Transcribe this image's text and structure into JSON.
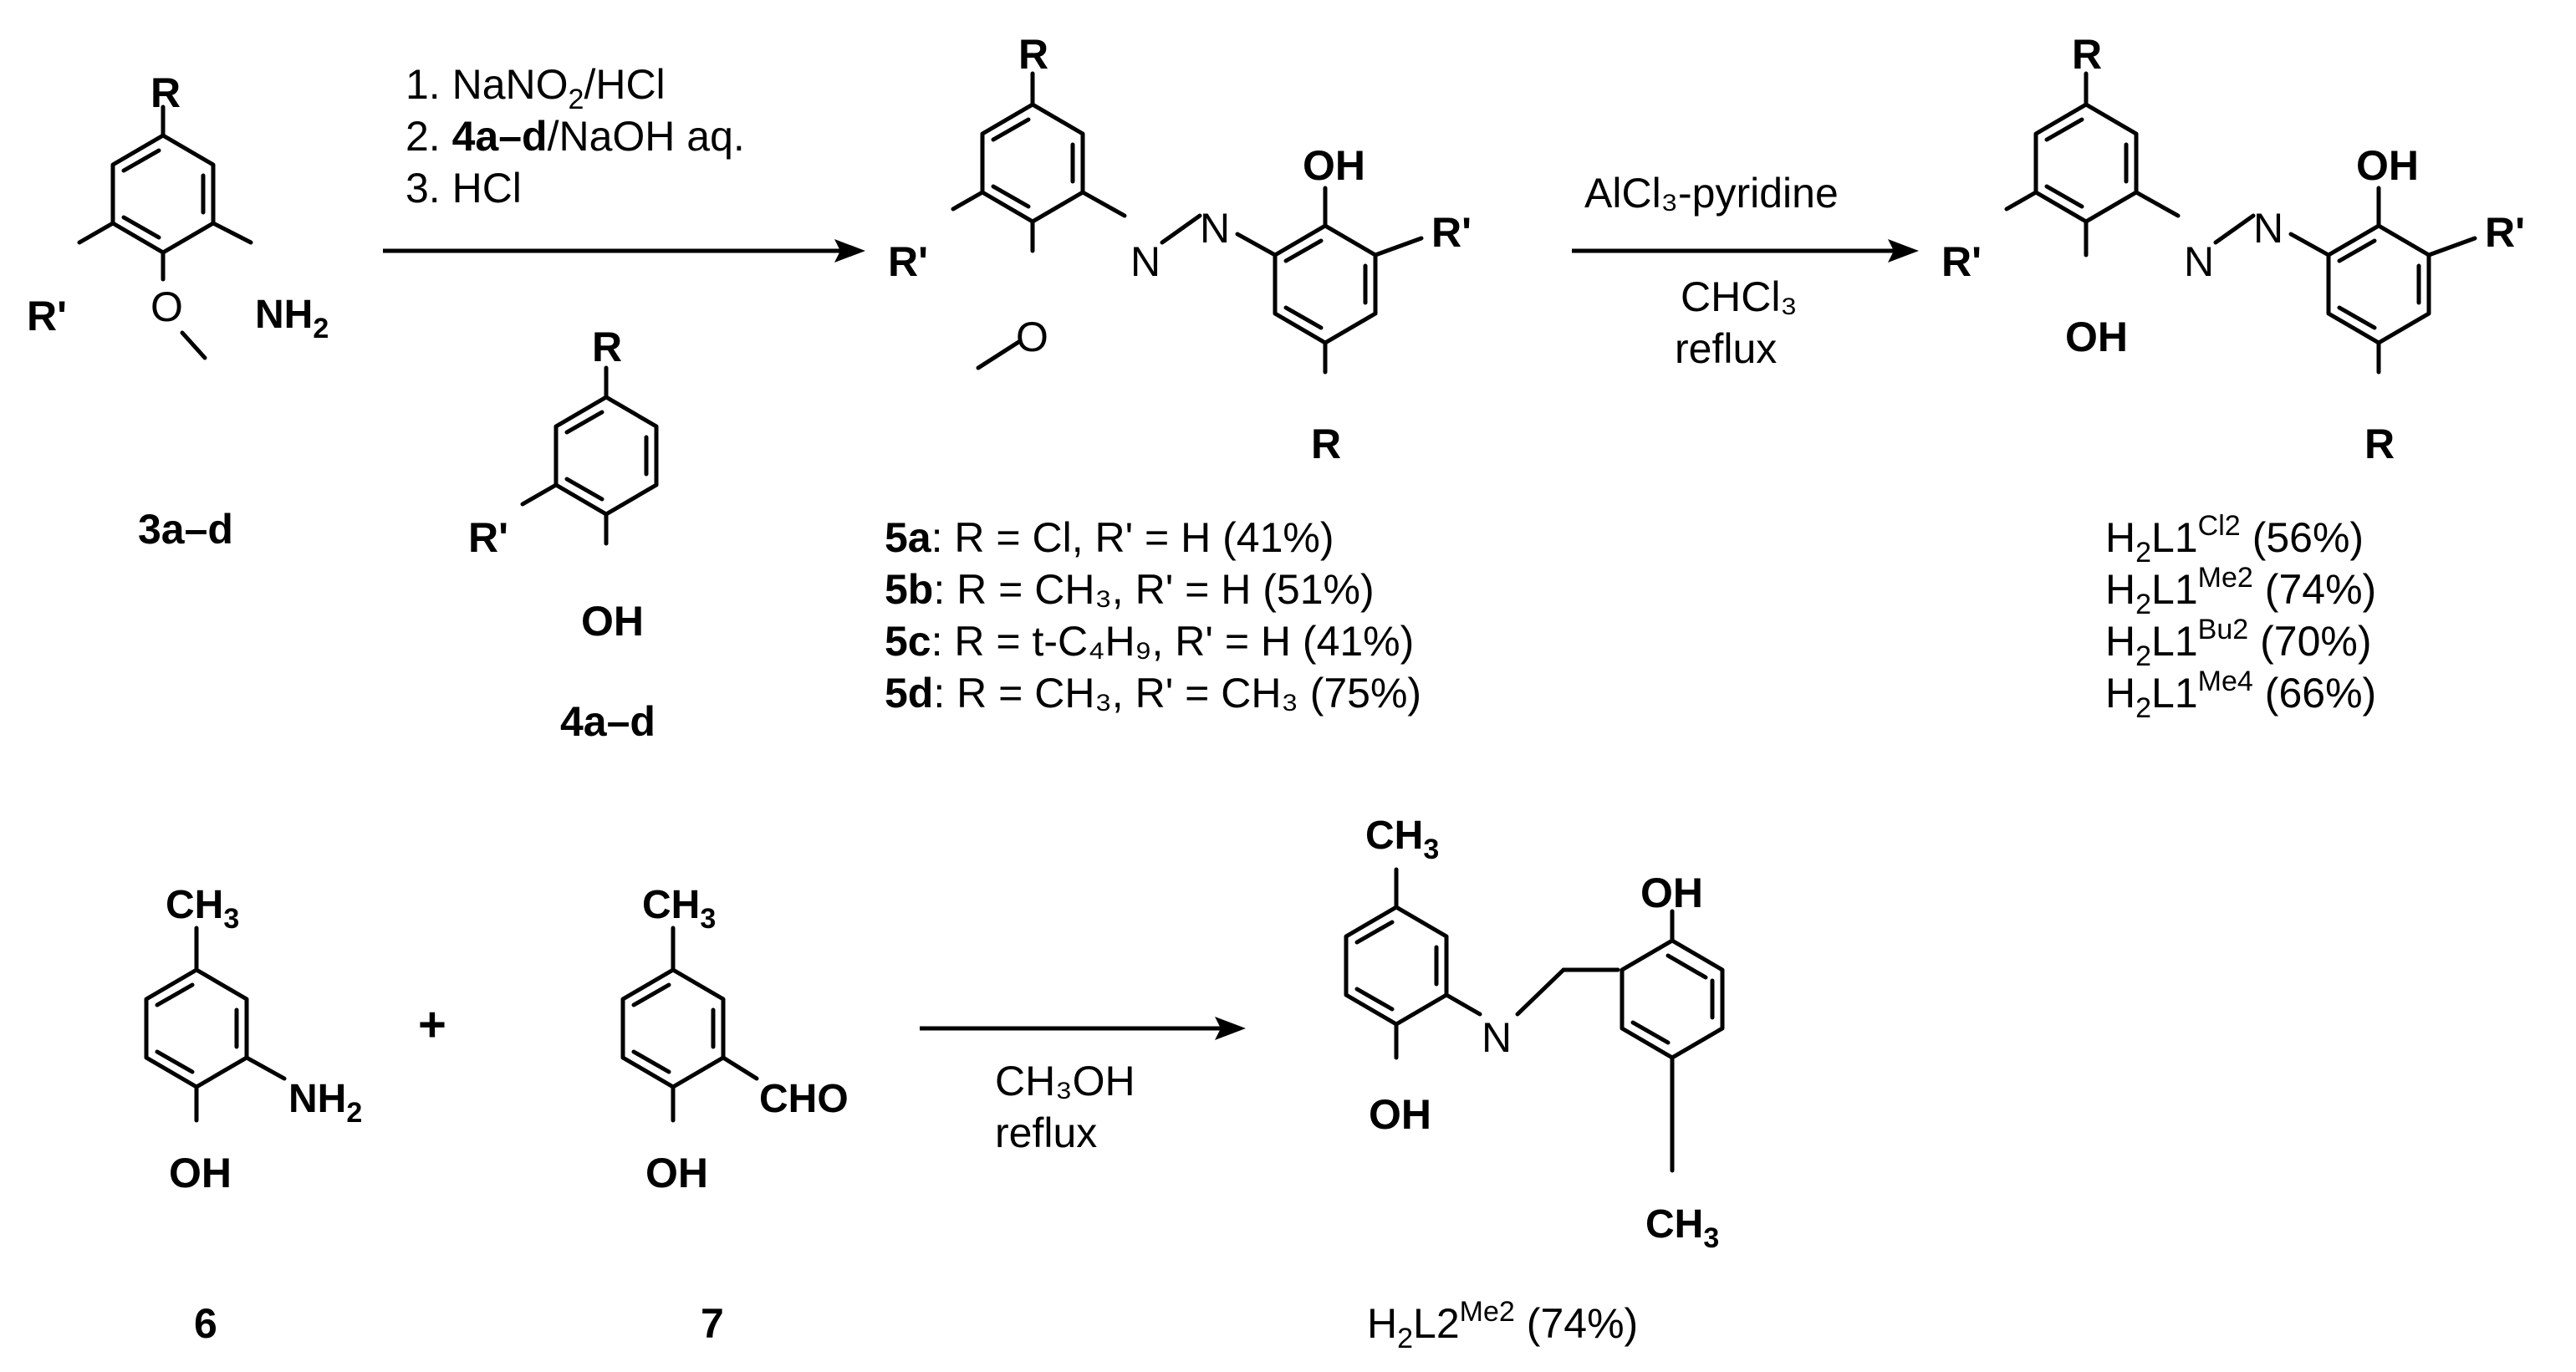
{
  "substituents": {
    "r": "R",
    "r_prime": "R'"
  },
  "groups": {
    "nh2": "NH",
    "nh2_sub": "2",
    "oh": "OH",
    "o": "O",
    "n": "N",
    "ch3": "CH",
    "ch3_sub": "3",
    "cho": "CHO"
  },
  "compounds": {
    "c3": "3a–d",
    "c4": "4a–d",
    "c6": "6",
    "c7": "7",
    "products_5": [
      {
        "num": "5a",
        "text": ": R = Cl, R' = H  (41%)"
      },
      {
        "num": "5b",
        "text": ": R = CH₃, R' = H  (51%)"
      },
      {
        "num": "5c",
        "text": ": R = t-C₄H₉, R' = H  (41%)"
      },
      {
        "num": "5d",
        "text": ": R = CH₃, R' = CH₃  (75%)"
      }
    ],
    "ligands_1": [
      {
        "base": "H",
        "sub": "2",
        "mid": "L1",
        "sup": "Cl2",
        "yield": "(56%)"
      },
      {
        "base": "H",
        "sub": "2",
        "mid": "L1",
        "sup": "Me2",
        "yield": "(74%)"
      },
      {
        "base": "H",
        "sub": "2",
        "mid": "L1",
        "sup": "Bu2",
        "yield": "(70%)"
      },
      {
        "base": "H",
        "sub": "2",
        "mid": "L1",
        "sup": "Me4",
        "yield": "(66%)"
      }
    ],
    "ligand_2": {
      "base": "H",
      "sub": "2",
      "mid": "L2",
      "sup": "Me2",
      "yield": "(74%)"
    }
  },
  "conditions": {
    "step1": [
      "1. NaNO₂/HCl",
      "2. ",
      "4a–d",
      "/NaOH  aq.",
      "3. HCl"
    ],
    "step2_top": "AlCl₃-pyridine",
    "step2_bottom": [
      "CHCl₃",
      "reflux"
    ],
    "step3": [
      "CH₃OH",
      "reflux"
    ]
  },
  "plus": "+"
}
